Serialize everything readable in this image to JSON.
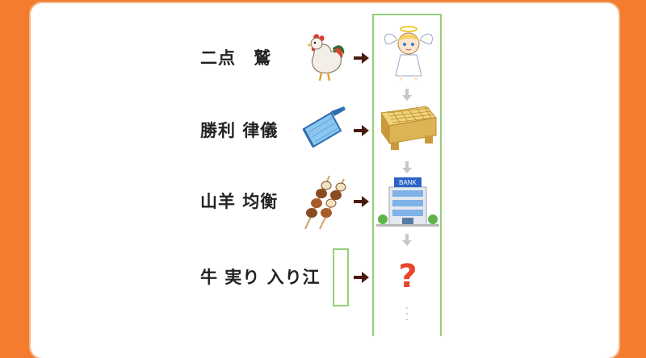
{
  "rows": [
    {
      "label": "二点　鷲",
      "picture": "rooster",
      "answer_picture": "angel"
    },
    {
      "label": "勝利 律儀",
      "picture": "dustpan",
      "answer_picture": "go-board"
    },
    {
      "label": "山羊 均衡",
      "picture": "yakitori-skewers",
      "answer_picture": "bank-building"
    },
    {
      "label": "牛 実り 入り江",
      "picture": "blank-box",
      "answer_picture": "question-mark"
    }
  ],
  "question_mark": "?",
  "bank_sign": "BANK",
  "colors": {
    "background": "#f47c2e",
    "card": "#ffffff",
    "frame": "#93cf7a",
    "question": "#e8452a",
    "arrow": "#4a1a10"
  }
}
